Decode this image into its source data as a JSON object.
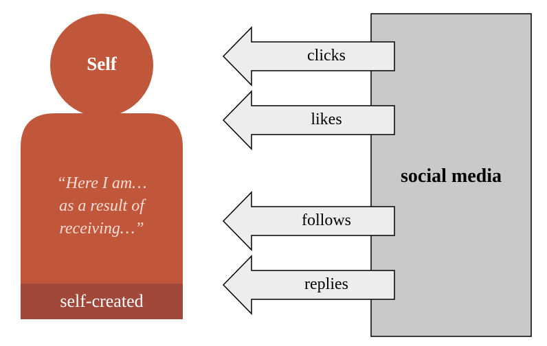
{
  "self": {
    "title": "Self",
    "quote_line1": "“Here I am…",
    "quote_line2": "as a result of",
    "quote_line3": "receiving…”",
    "footer": "self-created"
  },
  "social_media": {
    "label": "social media"
  },
  "arrows": [
    {
      "label": "clicks"
    },
    {
      "label": "likes"
    },
    {
      "label": "follows"
    },
    {
      "label": "replies"
    }
  ],
  "colors": {
    "person": "#c0573b",
    "person_footer": "#a0493a",
    "media_box": "#c9c9c9",
    "arrow_fill": "#ededed",
    "stroke": "#000000"
  }
}
